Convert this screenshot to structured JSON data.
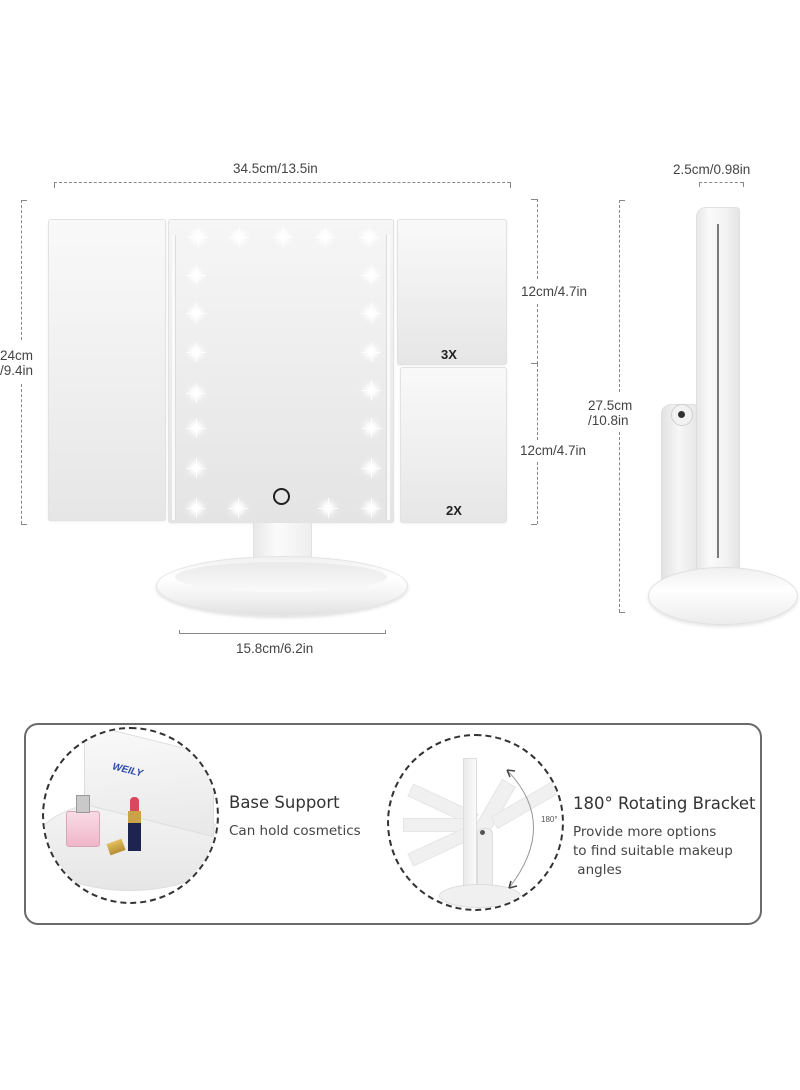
{
  "dimensions": {
    "total_width": "34.5cm/13.5in",
    "panel_height_line1": "24cm",
    "panel_height_line2": "/9.4in",
    "upper_right_panel": "12cm/4.7in",
    "lower_right_panel": "12cm/4.7in",
    "base_width": "15.8cm/6.2in",
    "depth": "2.5cm/0.98in",
    "total_height_line1": "27.5cm",
    "total_height_line2": "/10.8in"
  },
  "magnification": {
    "upper": "3X",
    "lower": "2X"
  },
  "product": {
    "brand": "WEILY",
    "led_count": 21,
    "touch_switch": "touch-power-button"
  },
  "features": [
    {
      "title": "Base Support",
      "description": "Can hold cosmetics"
    },
    {
      "title": "180° Rotating Bracket",
      "description": "Provide more options\nto find suitable makeup\n angles",
      "angle_label": "180°"
    }
  ],
  "colors": {
    "background": "#ffffff",
    "border": "#6a6a6a",
    "text": "#444444",
    "product": "#f2f2f2"
  }
}
